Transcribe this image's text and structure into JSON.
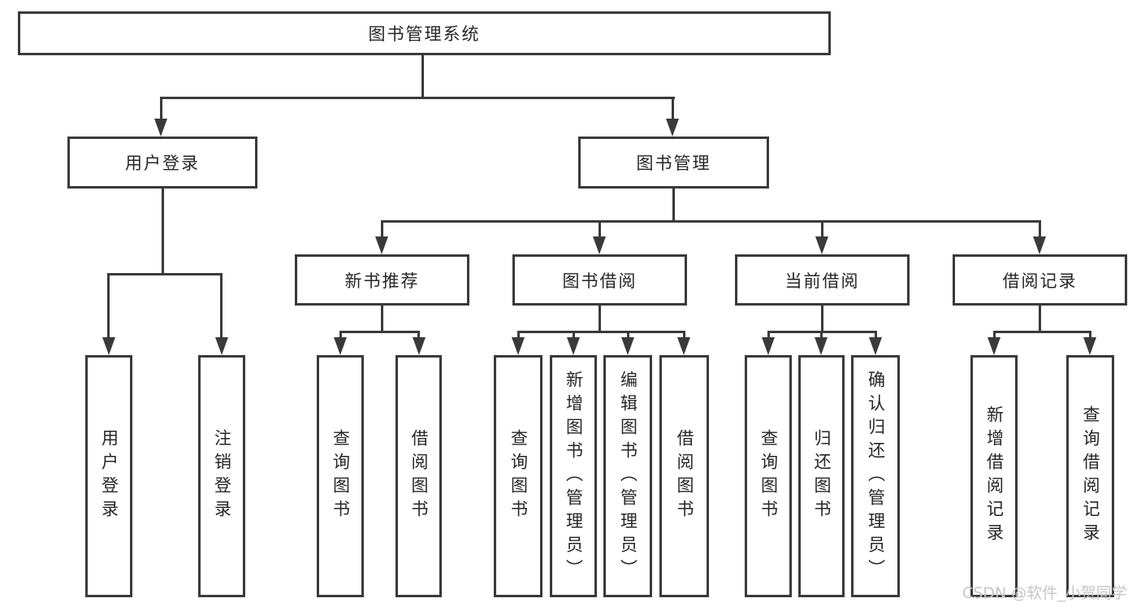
{
  "tree": {
    "root": "图书管理系统",
    "login": {
      "label": "用户登录",
      "children": [
        "用户登录",
        "注销登录"
      ]
    },
    "manage": {
      "label": "图书管理"
    },
    "sections": [
      {
        "label": "新书推荐",
        "children": [
          "查询图书",
          "借阅图书"
        ]
      },
      {
        "label": "图书借阅",
        "children": [
          "查询图书",
          "新增图书（管理员）",
          "编辑图书（管理员）",
          "借阅图书"
        ]
      },
      {
        "label": "当前借阅",
        "children": [
          "查询图书",
          "归还图书",
          "确认归还（管理员）"
        ]
      },
      {
        "label": "借阅记录",
        "children": [
          "新增借阅记录",
          "查询借阅记录"
        ]
      }
    ]
  },
  "watermark": {
    "text": "CSDN @软件_小贺同学"
  },
  "colors": {
    "line": "#3a3a3a",
    "text": "#262626",
    "watermark": "#c6c6c6",
    "background": "#ffffff"
  }
}
